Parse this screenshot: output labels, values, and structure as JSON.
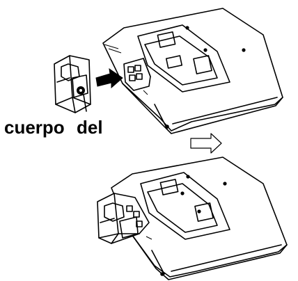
{
  "captions": {
    "left_word": "cuerpo",
    "right_word": "del"
  },
  "colors": {
    "line": "#000000",
    "background": "#ffffff"
  },
  "icons": {
    "insert_arrow": "black-right-arrow",
    "step_arrow": "outline-right-arrow"
  }
}
